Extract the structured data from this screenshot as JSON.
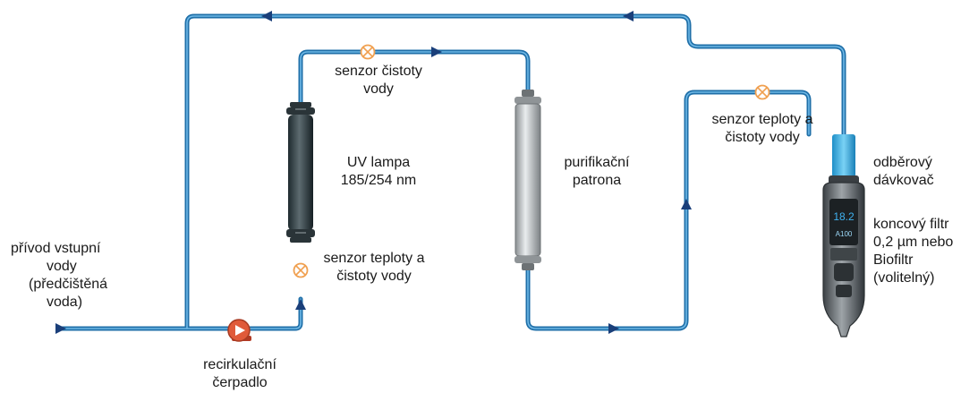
{
  "labels": {
    "inlet": [
      "přívod vstupní",
      "vody",
      "(předčištěná",
      "voda)"
    ],
    "pump": [
      "recirkulační",
      "čerpadlo"
    ],
    "sensor_top": [
      "senzor čistoty",
      "vody"
    ],
    "uv_lamp": [
      "UV lampa",
      "185/254 nm"
    ],
    "sensor_lower": [
      "senzor teploty a",
      "čistoty vody"
    ],
    "cartridge": [
      "purifikační",
      "patrona"
    ],
    "sensor_right": [
      "senzor teploty a",
      "čistoty vody"
    ],
    "dispenser": [
      "odběrový",
      "dávkovač"
    ],
    "filter": [
      "koncový filtr",
      "0,2 µm nebo",
      "Biofiltr",
      "(volitelný)"
    ]
  },
  "display": {
    "reading": "18.2",
    "volume": "A100"
  },
  "colors": {
    "pipe": "#1f6fa8",
    "pipe_inner": "#5aa9de",
    "arrow": "#1a3f7a",
    "sensor": "#f0a050",
    "pump": "#e05a3a",
    "dispenser_blue": "#2fa8e0"
  }
}
